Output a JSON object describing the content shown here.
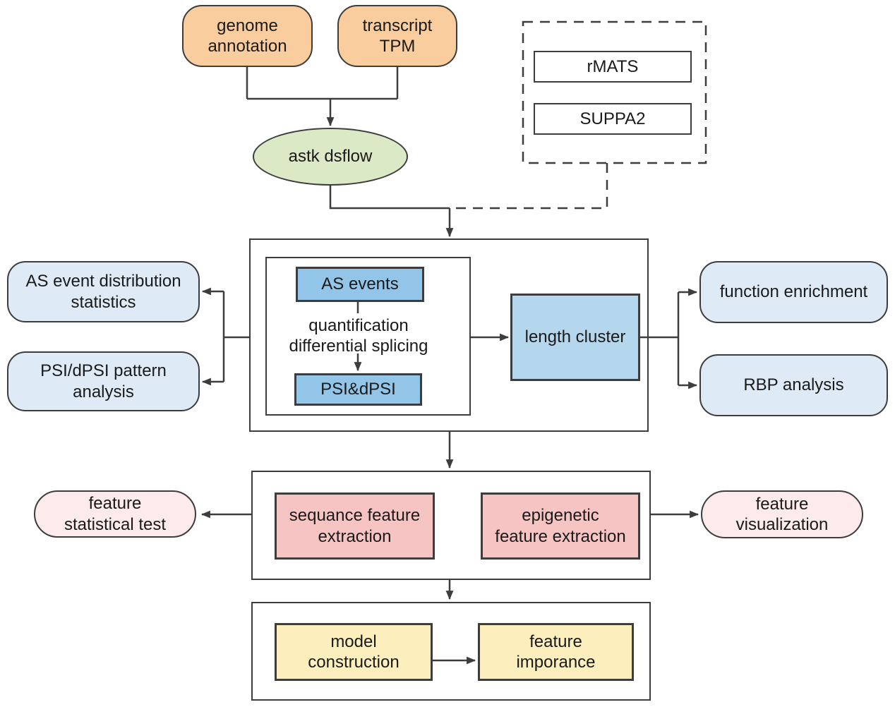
{
  "palette": {
    "orange": "#f9cd9e",
    "green": "#dbe9c6",
    "blue": "#92c5e8",
    "blue_light": "#b4d7ee",
    "pale_blue": "#deebf7",
    "pink": "#f6c4c3",
    "pale_pink": "#fdeaea",
    "yellow": "#fcefbd",
    "white": "#ffffff",
    "line": "#3d3d3d"
  },
  "nodes": {
    "genome_annotation": {
      "label": "genome\nannotation"
    },
    "transcript_tpm": {
      "label": "transcript\nTPM"
    },
    "rmats": {
      "label": "rMATS"
    },
    "suppa2": {
      "label": "SUPPA2"
    },
    "astk_dsflow": {
      "label": "astk dsflow"
    },
    "as_events": {
      "label": "AS events"
    },
    "quant_diff": {
      "label": "quantification\ndifferential splicing"
    },
    "psi_dpsi": {
      "label": "PSI&dPSI"
    },
    "length_cluster": {
      "label": "length cluster"
    },
    "as_event_distribution": {
      "label": "AS event distribution\nstatistics"
    },
    "psi_pattern": {
      "label": "PSI/dPSI pattern\nanalysis"
    },
    "function_enrichment": {
      "label": "function enrichment"
    },
    "rbp_analysis": {
      "label": "RBP analysis"
    },
    "sequence_feature": {
      "label": "sequance feature\nextraction"
    },
    "epigenetic_feature": {
      "label": "epigenetic\nfeature extraction"
    },
    "feature_statistical_test": {
      "label": "feature\nstatistical test"
    },
    "feature_visualization": {
      "label": "feature\nvisualization"
    },
    "model_construction": {
      "label": "model\nconstruction"
    },
    "feature_importance": {
      "label": "feature\nimporance"
    }
  }
}
